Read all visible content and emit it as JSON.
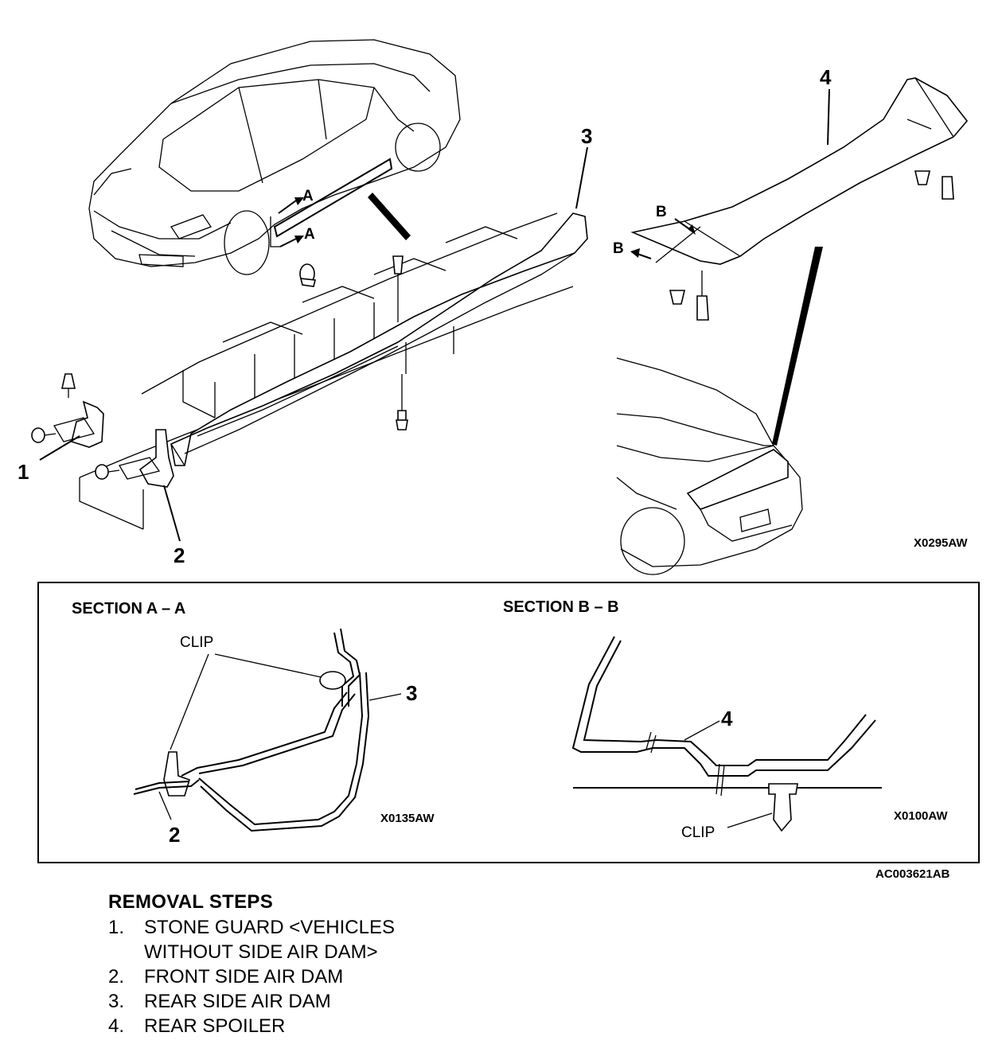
{
  "labels": {
    "part1": "1",
    "part2": "2",
    "part3": "3",
    "part4": "4",
    "arrowA_upper": "A",
    "arrowA_lower": "A",
    "arrowB_upper": "B",
    "arrowB_lower": "B",
    "code_main": "X0295AW",
    "code_section_a": "X0135AW",
    "code_section_b": "X0100AW",
    "code_figure": "AC003621AB"
  },
  "section_a": {
    "title": "SECTION A – A",
    "clip_label": "CLIP",
    "part3": "3",
    "part2": "2"
  },
  "section_b": {
    "title": "SECTION B – B",
    "clip_label": "CLIP",
    "part4": "4"
  },
  "removal": {
    "heading": "REMOVAL STEPS",
    "steps": [
      {
        "num": "1.",
        "text": "STONE GUARD <VEHICLES"
      },
      {
        "num": "",
        "text": "WITHOUT SIDE AIR DAM>"
      },
      {
        "num": "2.",
        "text": "FRONT SIDE AIR DAM"
      },
      {
        "num": "3.",
        "text": "REAR SIDE AIR DAM"
      },
      {
        "num": "4.",
        "text": "REAR SPOILER"
      }
    ]
  }
}
